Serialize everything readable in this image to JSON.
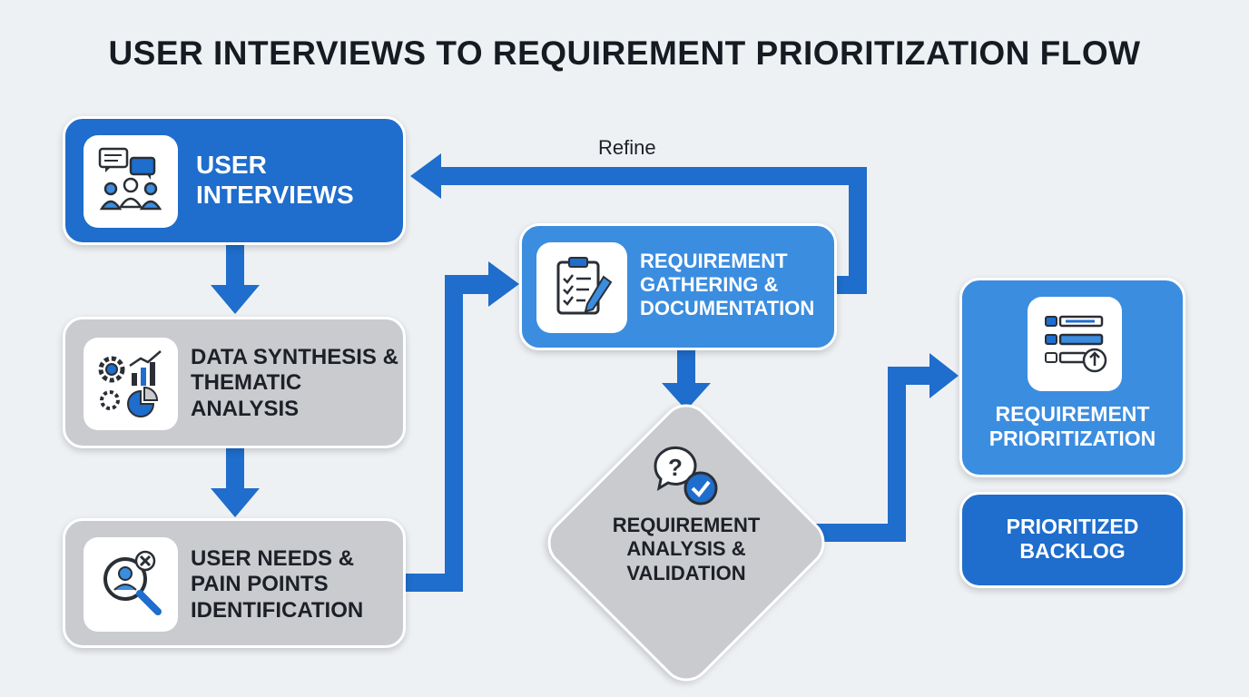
{
  "title": "USER INTERVIEWS TO REQUIREMENT PRIORITIZATION FLOW",
  "edge_label_refine": "Refine",
  "nodes": {
    "user_interviews": {
      "label": "USER INTERVIEWS",
      "icon": "interview-icon"
    },
    "data_synthesis": {
      "label": "DATA SYNTHESIS & THEMATIC ANALYSIS",
      "icon": "analytics-icon"
    },
    "user_needs": {
      "label": "USER NEEDS & PAIN POINTS IDENTIFICATION",
      "icon": "search-user-icon"
    },
    "requirement_gathering": {
      "label": "REQUIREMENT GATHERING & DOCUMENTATION",
      "icon": "clipboard-icon"
    },
    "requirement_analysis": {
      "label": "REQUIREMENT ANALYSIS & VALIDATION",
      "icon": "question-check-icon"
    },
    "requirement_prioritization": {
      "label": "REQUIREMENT PRIORITIZATION",
      "icon": "priority-list-icon"
    },
    "prioritized_backlog": {
      "label": "PRIORITIZED BACKLOG"
    }
  },
  "colors": {
    "primary_blue": "#1f6dcc",
    "light_blue": "#3b8de0",
    "gray_node": "#c9cbcf",
    "background": "#eef1f4"
  }
}
